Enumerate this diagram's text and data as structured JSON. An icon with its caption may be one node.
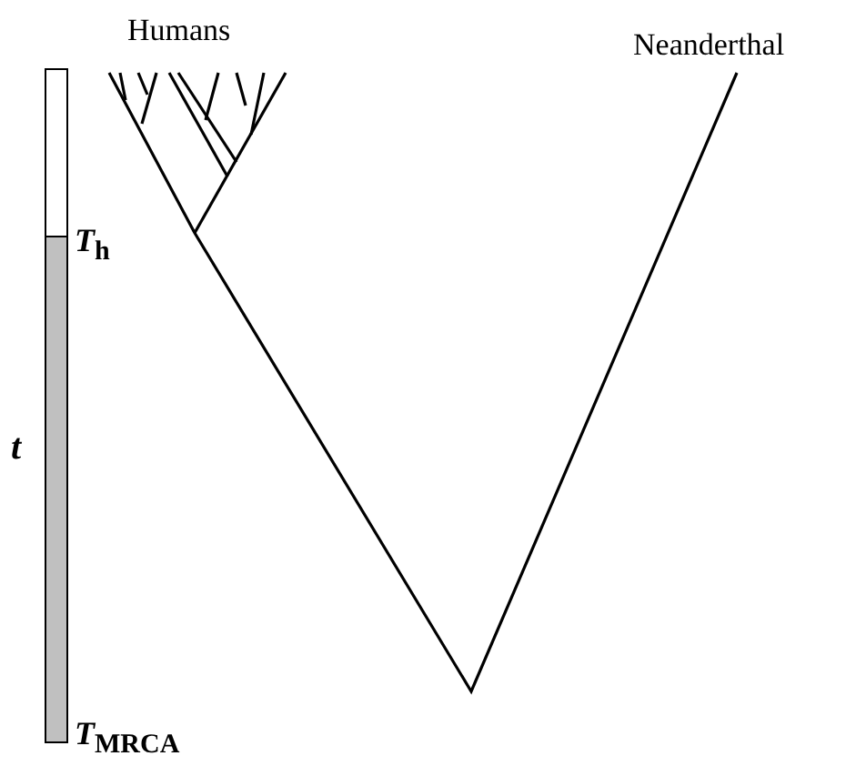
{
  "diagram": {
    "labels": [
      "Humans",
      "Neanderthal",
      "*T*$_{h}$",
      "t",
      "*T*$_{MRCA}$"
    ]
  }
}
